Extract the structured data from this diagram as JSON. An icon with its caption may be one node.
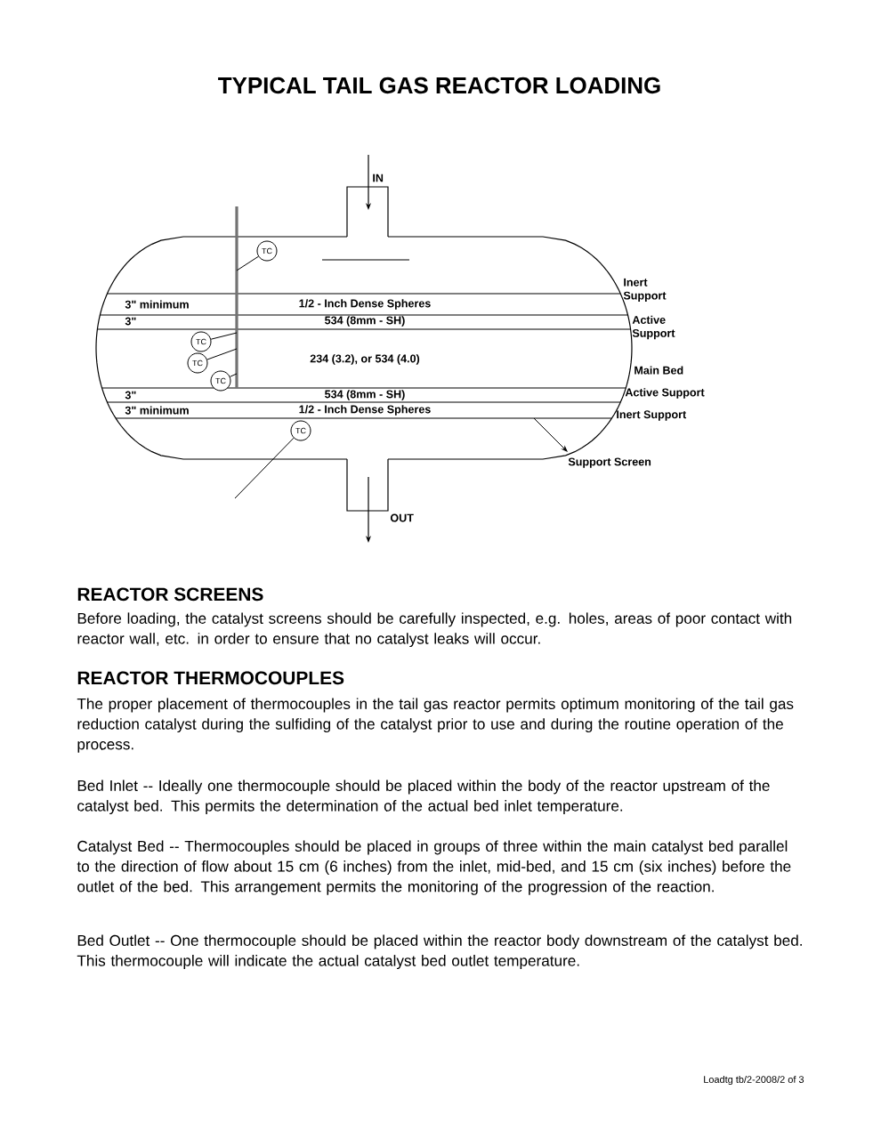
{
  "diagram": {
    "title": "TYPICAL TAIL GAS REACTOR LOADING",
    "nodes": [
      {
        "text": [
          "TC"
        ]
      },
      {
        "text": [
          "TC"
        ]
      },
      {
        "text": [
          "TC"
        ]
      },
      {
        "text": [
          "TC"
        ]
      },
      {
        "text": [
          "TC"
        ]
      },
      {
        "text": [
          "Support Screen"
        ]
      }
    ],
    "edges": [
      {
        "from": 0,
        "to": null,
        "arrow": "none"
      },
      {
        "from": 1,
        "to": null,
        "arrow": "none"
      },
      {
        "from": 2,
        "to": null,
        "arrow": "none"
      },
      {
        "from": 3,
        "to": null,
        "arrow": "none"
      },
      {
        "from": 4,
        "to": null,
        "arrow": "none"
      },
      {
        "from": null,
        "to": 5,
        "arrow": "to"
      }
    ],
    "labels": [
      "IN",
      "Inert Support",
      "3\" minimum",
      "1/2 - Inch Dense Spheres",
      "3\"",
      "534 (8mm - SH)",
      "Active Support",
      "234 (3.2), or 534 (4.0)",
      "Main Bed",
      "3\"",
      "534 (8mm - SH)",
      "Active Support",
      "3\" minimum",
      "1/2 - Inch Dense Spheres",
      "Inert Support",
      "OUT",
      "REACTOR SCREENS",
      "Before loading, the catalyst screens should be carefully inspected, e.g. holes, areas of poor contact with reactor wall, etc. in order to ensure that no catalyst leaks will occur.",
      "REACTOR THERMOCOUPLES",
      "The proper placement of thermocouples in the tail gas reactor permits optimum monitoring of the tail gas reduction catalyst during the sulfiding of the catalyst prior to use and during the routine operation of the process.",
      "Bed Inlet -- Ideally one thermocouple should be placed within the body of the reactor upstream of the catalyst bed.  This permits the determination of the actual bed inlet temperature.",
      "Catalyst Bed -- Thermocouples should be placed in groups of three within the main catalyst bed parallel to the direction of flow about 15 cm (6 inches) from the inlet, mid-bed, and 15 cm (six inches) before the outlet of the bed.  This arrangement permits the monitoring of the progression of the reaction.",
      "Bed Outlet -- One thermocouple should be placed within the reactor body downstream of the catalyst bed.  This thermocouple will indicate the actual catalyst bed outlet temperature.",
      "Loadtg tb/2-2008/2 of 3"
    ]
  }
}
